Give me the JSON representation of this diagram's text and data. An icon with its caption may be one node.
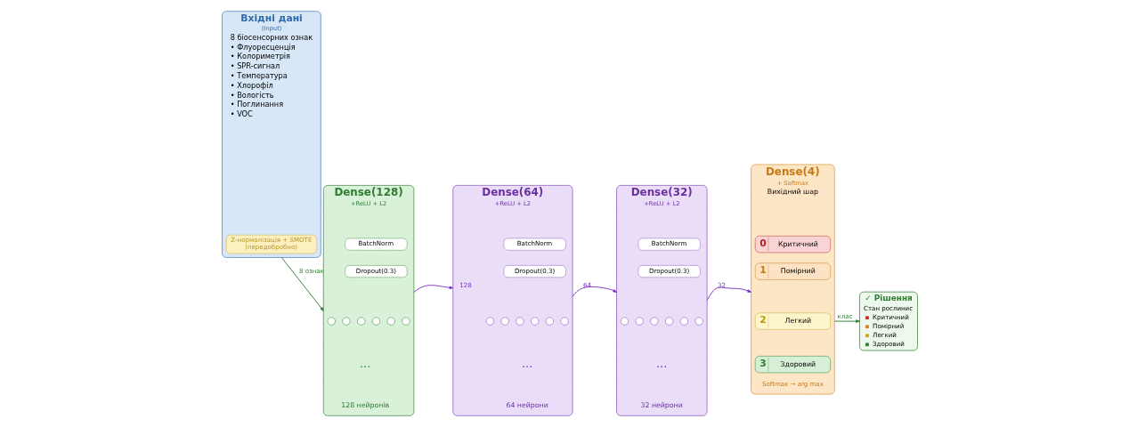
{
  "diagram": {
    "nodes": [
      {
        "text": [
          "Вхідні дані",
          "(Input)",
          "8 біосенсорних ознак",
          "• Флуоресценція",
          "• Колориметрія",
          "• SPR-сигнал",
          "• Температура",
          "• Хлорофіл",
          "• Вологість",
          "• Поглинання",
          "• VOC"
        ]
      },
      {
        "text": [
          "Z-нормалізація + SMOTE",
          "(передобробно)"
        ],
        "in": 0
      },
      {
        "text": [
          "Dense(128)",
          "+ReLU + L2",
          "128 нейронів"
        ]
      },
      {
        "text": [
          "BatchNorm"
        ],
        "in": 2
      },
      {
        "text": [
          "Dropout(0.3)"
        ],
        "in": 2
      },
      {
        "text": [],
        "shape": "circle",
        "in": 2
      },
      {
        "text": [],
        "shape": "circle",
        "in": 2
      },
      {
        "text": [],
        "shape": "circle",
        "in": 2
      },
      {
        "text": [],
        "shape": "circle",
        "in": 2
      },
      {
        "text": [],
        "shape": "circle",
        "in": 2
      },
      {
        "text": [],
        "shape": "circle",
        "in": 2
      },
      {
        "text": [
          "Dense(64)",
          "+ReLU + L2",
          "64 нейрони"
        ]
      },
      {
        "text": [
          "BatchNorm"
        ],
        "in": 11
      },
      {
        "text": [
          "Dropout(0.3)"
        ],
        "in": 11
      },
      {
        "text": [],
        "shape": "circle",
        "in": 11
      },
      {
        "text": [],
        "shape": "circle",
        "in": 11
      },
      {
        "text": [],
        "shape": "circle",
        "in": 11
      },
      {
        "text": [],
        "shape": "circle",
        "in": 11
      },
      {
        "text": [],
        "shape": "circle",
        "in": 11
      },
      {
        "text": [],
        "shape": "circle",
        "in": 11
      },
      {
        "text": [
          "Dense(32)",
          "+ReLU + L2",
          "32 нейрони"
        ]
      },
      {
        "text": [
          "BatchNorm"
        ],
        "in": 20
      },
      {
        "text": [
          "Dropout(0.3)"
        ],
        "in": 20
      },
      {
        "text": [],
        "shape": "circle",
        "in": 20
      },
      {
        "text": [],
        "shape": "circle",
        "in": 20
      },
      {
        "text": [],
        "shape": "circle",
        "in": 20
      },
      {
        "text": [],
        "shape": "circle",
        "in": 20
      },
      {
        "text": [],
        "shape": "circle",
        "in": 20
      },
      {
        "text": [],
        "shape": "circle",
        "in": 20
      },
      {
        "text": [
          "Dense(4)",
          "+ Softmax",
          "Вихідний шар",
          "Softmax → arg max"
        ]
      },
      {
        "text": [
          "0",
          "Критичний"
        ],
        "in": 29
      },
      {
        "text": [
          "1",
          "Помірний"
        ],
        "in": 29
      },
      {
        "text": [
          "2",
          "Легкий"
        ],
        "in": 29
      },
      {
        "text": [
          "3",
          "Здоровий"
        ],
        "in": 29
      },
      {
        "text": [
          "✓ Рішення",
          "Стан рослинис",
          "Критичний",
          "Помірний",
          "Легкий",
          "Здоровий"
        ]
      }
    ],
    "edges": [
      {
        "from": 0,
        "to": 2,
        "arrow": "to",
        "label": "8 ознак",
        "color": "#2e7d32"
      },
      {
        "from": 2,
        "to": 11,
        "arrow": "to",
        "label": "128"
      },
      {
        "from": 11,
        "to": 20,
        "arrow": "to",
        "label": "64"
      },
      {
        "from": 20,
        "to": 29,
        "arrow": "to",
        "label": "32"
      },
      {
        "from": 29,
        "to": 34,
        "arrow": "to",
        "label": "клас",
        "color": "#2e7d32"
      }
    ],
    "labels": [
      "...",
      "...",
      "..."
    ]
  }
}
